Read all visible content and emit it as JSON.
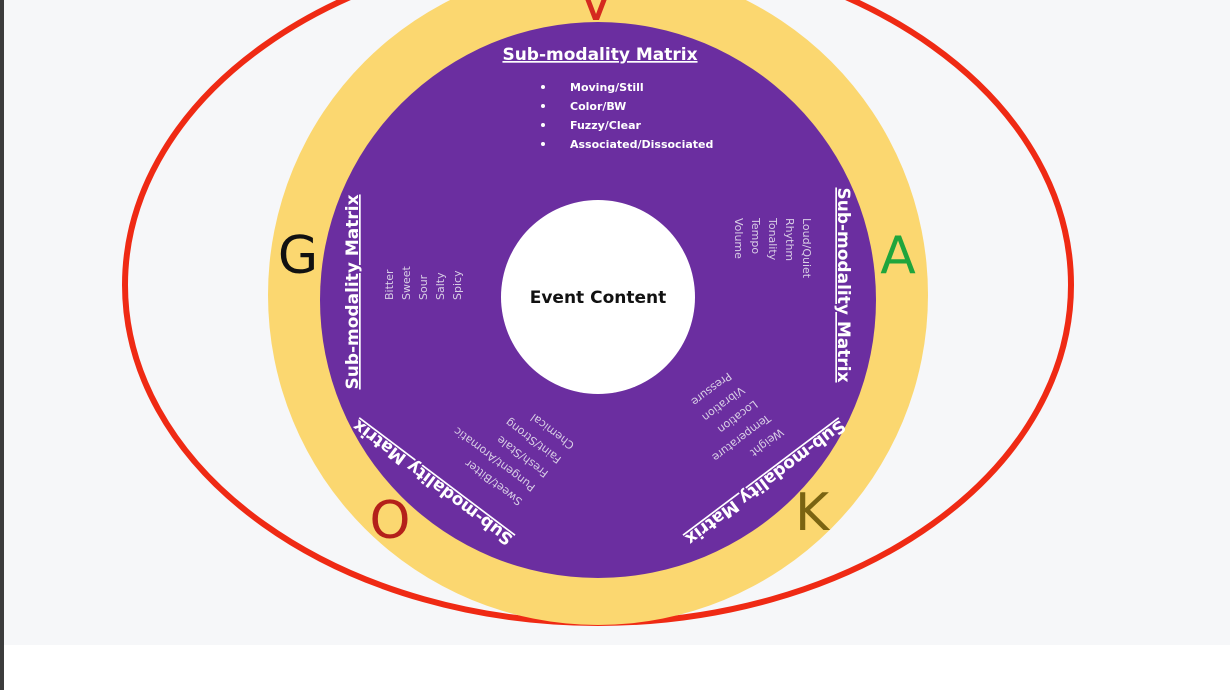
{
  "diagram": {
    "center": {
      "label": "Event Content"
    },
    "ring_letters": {
      "V": {
        "text": "V",
        "color": "#d52a1f"
      },
      "A": {
        "text": "A",
        "color": "#1fa53c"
      },
      "K": {
        "text": "K",
        "color": "#7a6412"
      },
      "O": {
        "text": "O",
        "color": "#b4201a"
      },
      "G": {
        "text": "G",
        "color": "#111111"
      }
    },
    "matrices": {
      "visual": {
        "title": "Sub-modality Matrix",
        "items": [
          "Moving/Still",
          "Color/BW",
          "Fuzzy/Clear",
          "Associated/Dissociated"
        ]
      },
      "auditory": {
        "title": "Sub-modality Matrix",
        "items": [
          "Loud/Quiet",
          "Rhythm",
          "Tonality",
          "Tempo",
          "Volume"
        ]
      },
      "kinesthetic": {
        "title": "Sub-modality Matrix",
        "items": [
          "Weight",
          "Temperature",
          "Location",
          "Vibration",
          "Pressure"
        ]
      },
      "olfactory": {
        "title": "Sub-modality Matrix",
        "items": [
          "Sweet/Bitter",
          "Pungent/Aromatic",
          "Fresh/Stale",
          "Faint/Strong",
          "Chemical"
        ]
      },
      "gustatory": {
        "title": "Sub-modality Matrix",
        "items": [
          "Bitter",
          "Sweet",
          "Sour",
          "Salty",
          "Spicy"
        ]
      }
    },
    "colors": {
      "outer_ellipse": "#ef2a14",
      "ring": "#fbd770",
      "disc": "#6b2ea0",
      "center": "#ffffff"
    }
  }
}
